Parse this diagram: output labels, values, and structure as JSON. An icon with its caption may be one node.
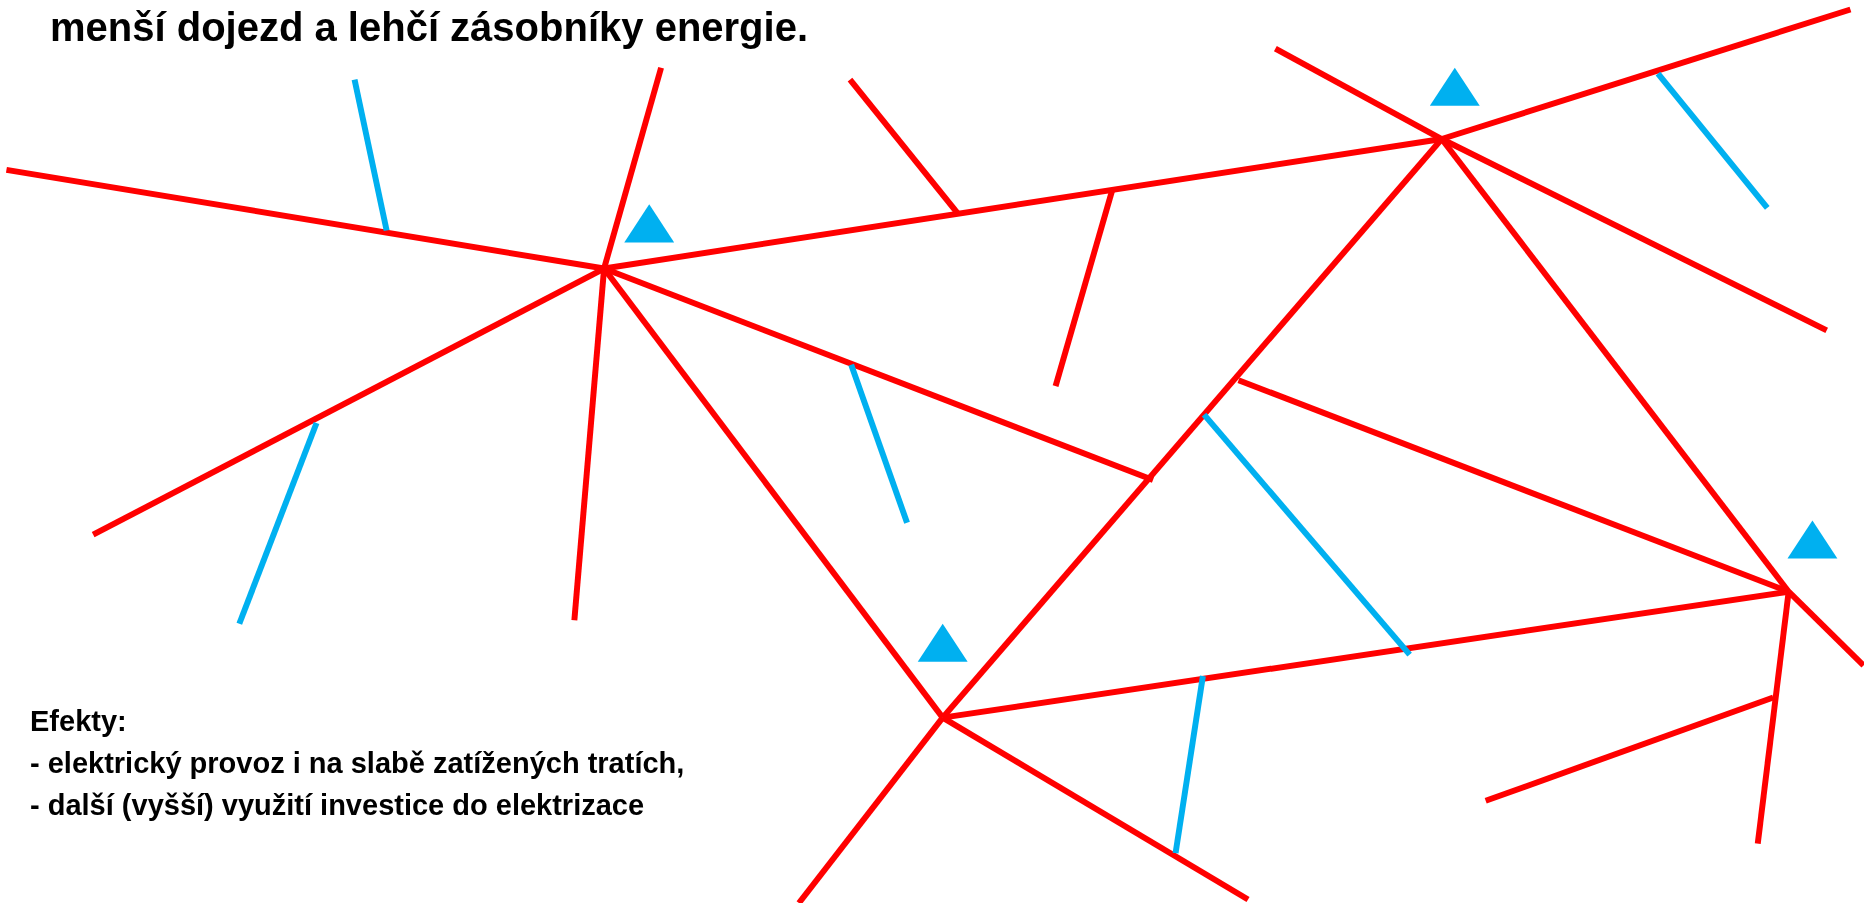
{
  "diagram": {
    "title": "menší dojezd a lehčí zásobníky energie.",
    "labels": [
      "Efekty:",
      "- elektrický provoz i na slabě zatížených tratích,",
      "- další (vyšší) využití investice do elektrizace"
    ]
  }
}
